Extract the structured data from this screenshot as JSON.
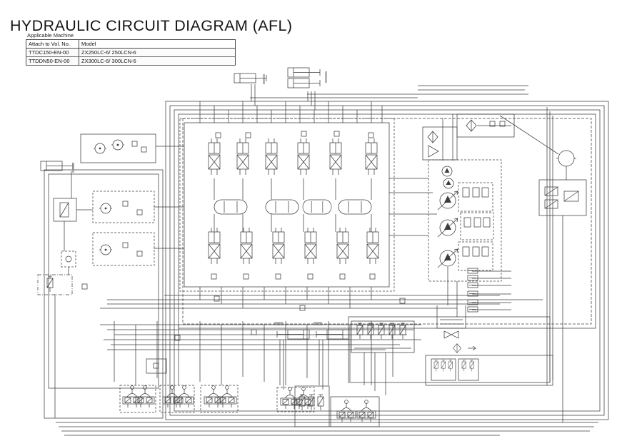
{
  "page": {
    "title": "HYDRAULIC CIRCUIT DIAGRAM (AFL)"
  },
  "applicable_machine": {
    "caption": "Applicable Machine",
    "headers": [
      "Attach to Vol. No.",
      "Model"
    ],
    "rows": [
      [
        "TTDC150-EN-00",
        "ZX250LC-6/ 250LCN-6"
      ],
      [
        "TTDDN50-EN-00",
        "ZX300LC-6/ 300LCN-6"
      ]
    ]
  },
  "diagram": {
    "description": "Hydraulic circuit schematic with main control valve, pump device, hydraulic tank, cylinders, motors, pilot valves and solenoid valve banks",
    "colors": {
      "line": "#3c3c3c",
      "watermark_blue": "#b8c5ec",
      "watermark_red": "#e09a94",
      "watermark_gray": "#d9d9d9"
    }
  }
}
